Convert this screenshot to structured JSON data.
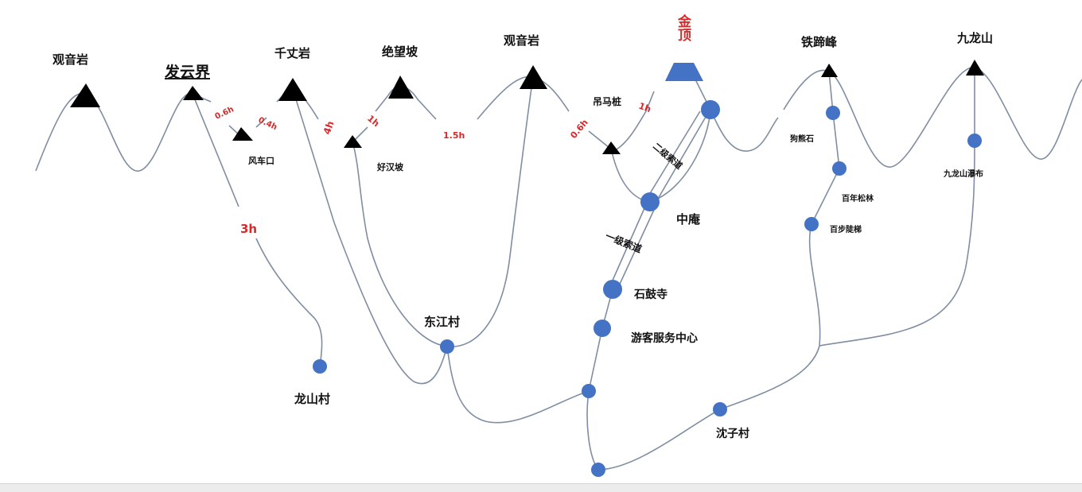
{
  "colors": {
    "accent": "#4472c4",
    "time": "#d62b2b",
    "peak": "#000000"
  },
  "peaks": {
    "guanyinyan_left": "观音岩",
    "fayunjie": "发云界",
    "qianzhangyan": "千丈岩",
    "juewangpo": "绝望坡",
    "guanyinyan_mid": "观音岩",
    "jinding": "金顶",
    "tietifeng": "铁蹄峰",
    "jiulongshan": "九龙山"
  },
  "places": {
    "fengchekou": "风车口",
    "haohanpo": "好汉坡",
    "diaomazhuang": "吊马桩",
    "zhongan": "中庵",
    "shigusi": "石鼓寺",
    "youke": "游客服务中心",
    "dongjiangcun": "东江村",
    "longshancun": "龙山村",
    "shenzicun": "沈子村",
    "gouxiongshi": "狗熊石",
    "bainiansonglin": "百年松林",
    "baibudouti": "百步陡梯",
    "jiulongpubu": "九龙山瀑布"
  },
  "cableways": {
    "second": "二级索道",
    "first": "一级索道"
  },
  "times": {
    "t1": "0.6h",
    "t2": "0.4h",
    "t3": "4h",
    "t4": "1h",
    "t5": "1.5h",
    "t6": "0.6h",
    "t7": "1h",
    "t8": "3h"
  }
}
